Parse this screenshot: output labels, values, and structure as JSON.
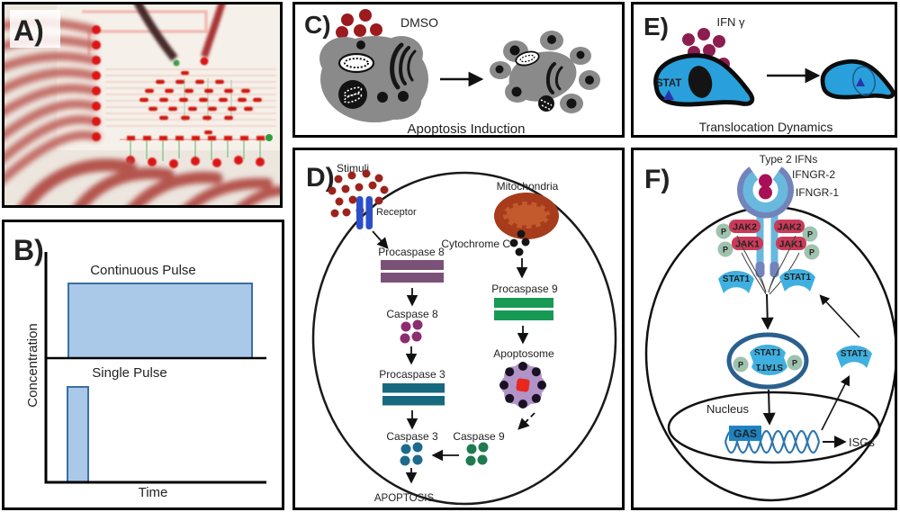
{
  "colors": {
    "pulse_fill": "#aac9e8",
    "pulse_border": "#3c6ea5",
    "dmso_dot": "#9b1b1e",
    "cell_gray": "#8a8a8a",
    "stimuli_dot": "#9b231c",
    "receptor_blue": "#2b4fc7",
    "procaspase8_bar": "#7c5177",
    "caspase8_dot": "#8b2d6e",
    "procaspase3_bar": "#17697f",
    "caspase3_dot": "#1d6b8c",
    "procaspase9_bar": "#179a54",
    "caspase9_dot": "#1f7a50",
    "mitochondria": "#a63c1b",
    "apoptosome_body": "#b293c7",
    "apoptosome_center": "#e8281e",
    "cell_blue": "#29a0dc",
    "ifn_dot": "#8c1d4f",
    "receptor_light_blue": "#68b9dd",
    "receptor_slate": "#7383bb",
    "ligand_magenta": "#a80f56",
    "jak_crimson": "#cb3b59",
    "p_circle_green": "#9ec2ad",
    "stat1_blue": "#3fb0e0",
    "gas_box_blue": "#1f83c2",
    "dna_blue": "#2e76ad"
  },
  "panelA": {
    "letter": "A)"
  },
  "panelB": {
    "letter": "B)",
    "ylabel": "Concentration",
    "xlabel": "Time",
    "continuous": "Continuous Pulse",
    "single": "Single Pulse",
    "chart_data": {
      "type": "area",
      "xlabel": "Time",
      "ylabel": "Concentration",
      "axis_numeric": false,
      "series": [
        {
          "name": "Continuous Pulse",
          "x": [
            0,
            0.1,
            0.1,
            0.93,
            0.93,
            1.0
          ],
          "y": [
            0,
            0,
            1,
            1,
            0,
            0
          ]
        },
        {
          "name": "Single Pulse",
          "x": [
            0,
            0.09,
            0.09,
            0.18,
            0.18,
            1.0
          ],
          "y": [
            0,
            0,
            1,
            1,
            0,
            0
          ]
        }
      ]
    }
  },
  "panelC": {
    "letter": "C)",
    "dmso": "DMSO",
    "caption": "Apoptosis Induction"
  },
  "panelD": {
    "letter": "D)",
    "stimuli": "Stimuli",
    "receptor": "Receptor",
    "procaspase8": "Procaspase 8",
    "caspase8": "Caspase 8",
    "procaspase3": "Procaspase 3",
    "caspase3": "Caspase 3",
    "apoptosis": "APOPTOSIS",
    "mitochondria": "Mitochondria",
    "cytochrome_c": "Cytochrome C",
    "procaspase9": "Procaspase 9",
    "apoptosome": "Apoptosome",
    "caspase9": "Caspase 9"
  },
  "panelE": {
    "letter": "E)",
    "ifn": "IFN γ",
    "stat": "STAT",
    "caption": "Translocation Dynamics"
  },
  "panelF": {
    "letter": "F)",
    "type2": "Type 2 IFNs",
    "ifngr2": "IFNGR-2",
    "ifngr1": "IFNGR-1",
    "jak2": "JAK2",
    "jak1": "JAK1",
    "p": "P",
    "stat1": "STAT1",
    "nucleus": "Nucleus",
    "gas": "GAS",
    "isgs": "ISGs"
  }
}
